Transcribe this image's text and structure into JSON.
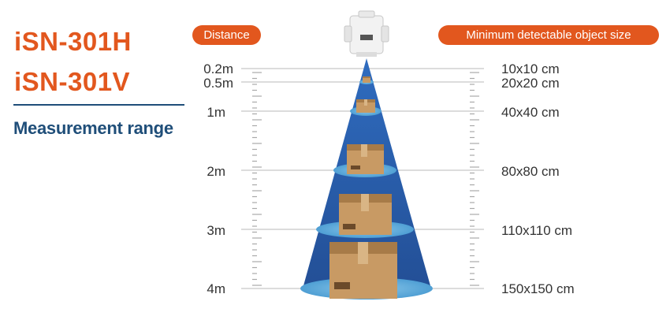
{
  "models": [
    "iSN-301H",
    "iSN-301V"
  ],
  "subtitle": "Measurement range",
  "labels": {
    "distance": "Distance",
    "object_size": "Minimum detectable object size"
  },
  "ranges": [
    {
      "distance": "0.2m",
      "size": "10x10 cm"
    },
    {
      "distance": "0.5m",
      "size": "20x20 cm"
    },
    {
      "distance": "1m",
      "size": "40x40 cm"
    },
    {
      "distance": "2m",
      "size": "80x80 cm"
    },
    {
      "distance": "3m",
      "size": "110x110 cm"
    },
    {
      "distance": "4m",
      "size": "150x150 cm"
    }
  ],
  "colors": {
    "accent": "#e2571e",
    "title_blue": "#1f4e79",
    "beam": "#2c66b5",
    "box": "#c89a64"
  },
  "icons": [
    "sensor-device-icon",
    "cardboard-box-icon"
  ]
}
